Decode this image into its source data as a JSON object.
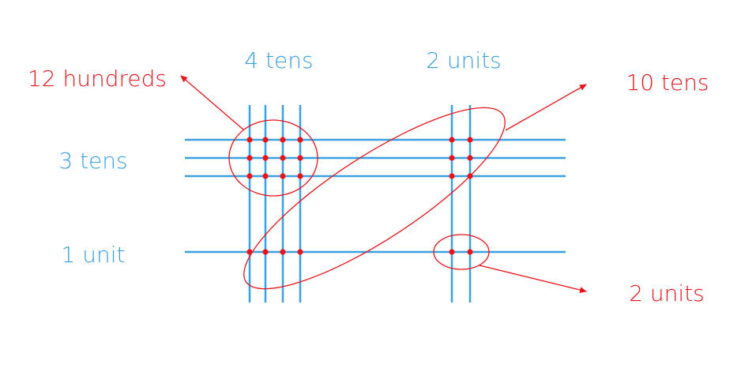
{
  "labels": {
    "top_left": "4 tens",
    "top_right": "2 units",
    "left_top": "3 tens",
    "left_bottom": "1 unit"
  },
  "results": {
    "hundreds": "12 hundreds",
    "tens": "10 tens",
    "units": "2 units"
  },
  "colors": {
    "line": "#3aa0e0",
    "accent": "#e8141c"
  }
}
